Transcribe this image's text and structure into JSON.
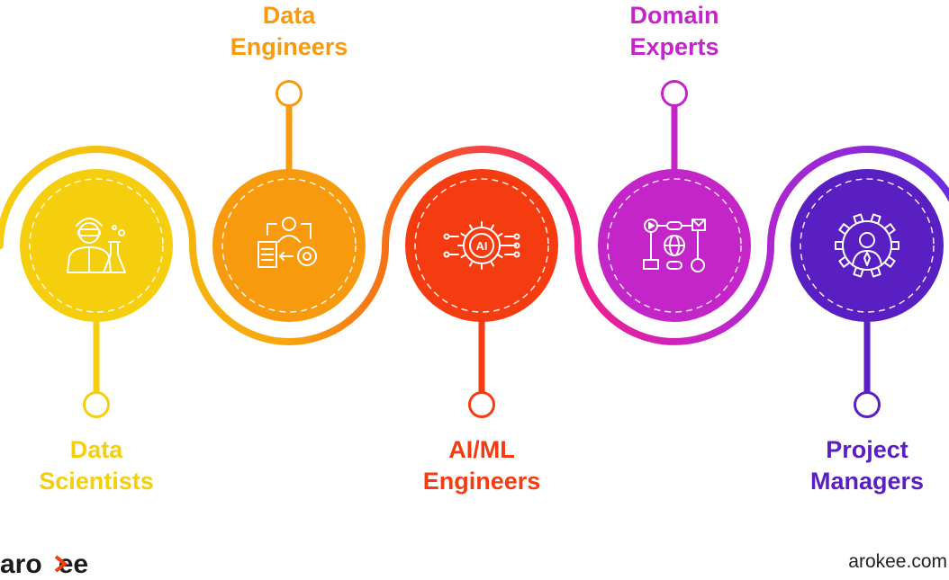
{
  "roles": [
    {
      "id": "data-scientists",
      "line1": "Data",
      "line2": "Scientists",
      "color": "#F5CE0E",
      "position": "bottom",
      "icon": "scientist-icon"
    },
    {
      "id": "data-engineers",
      "line1": "Data",
      "line2": "Engineers",
      "color": "#F79A0E",
      "position": "top",
      "icon": "data-workflow-icon"
    },
    {
      "id": "aiml-engineers",
      "line1": "AI/ML",
      "line2": "Engineers",
      "color": "#F53B10",
      "position": "bottom",
      "icon": "ai-gear-icon",
      "icon_text": "AI"
    },
    {
      "id": "domain-experts",
      "line1": "Domain",
      "line2": "Experts",
      "color": "#C425C9",
      "position": "top",
      "icon": "network-globe-icon"
    },
    {
      "id": "project-managers",
      "line1": "Project",
      "line2": "Managers",
      "color": "#5A1FC2",
      "position": "bottom",
      "icon": "manager-gear-icon"
    }
  ],
  "brand": {
    "logo_text": "arokee",
    "site": "arokee.com"
  }
}
